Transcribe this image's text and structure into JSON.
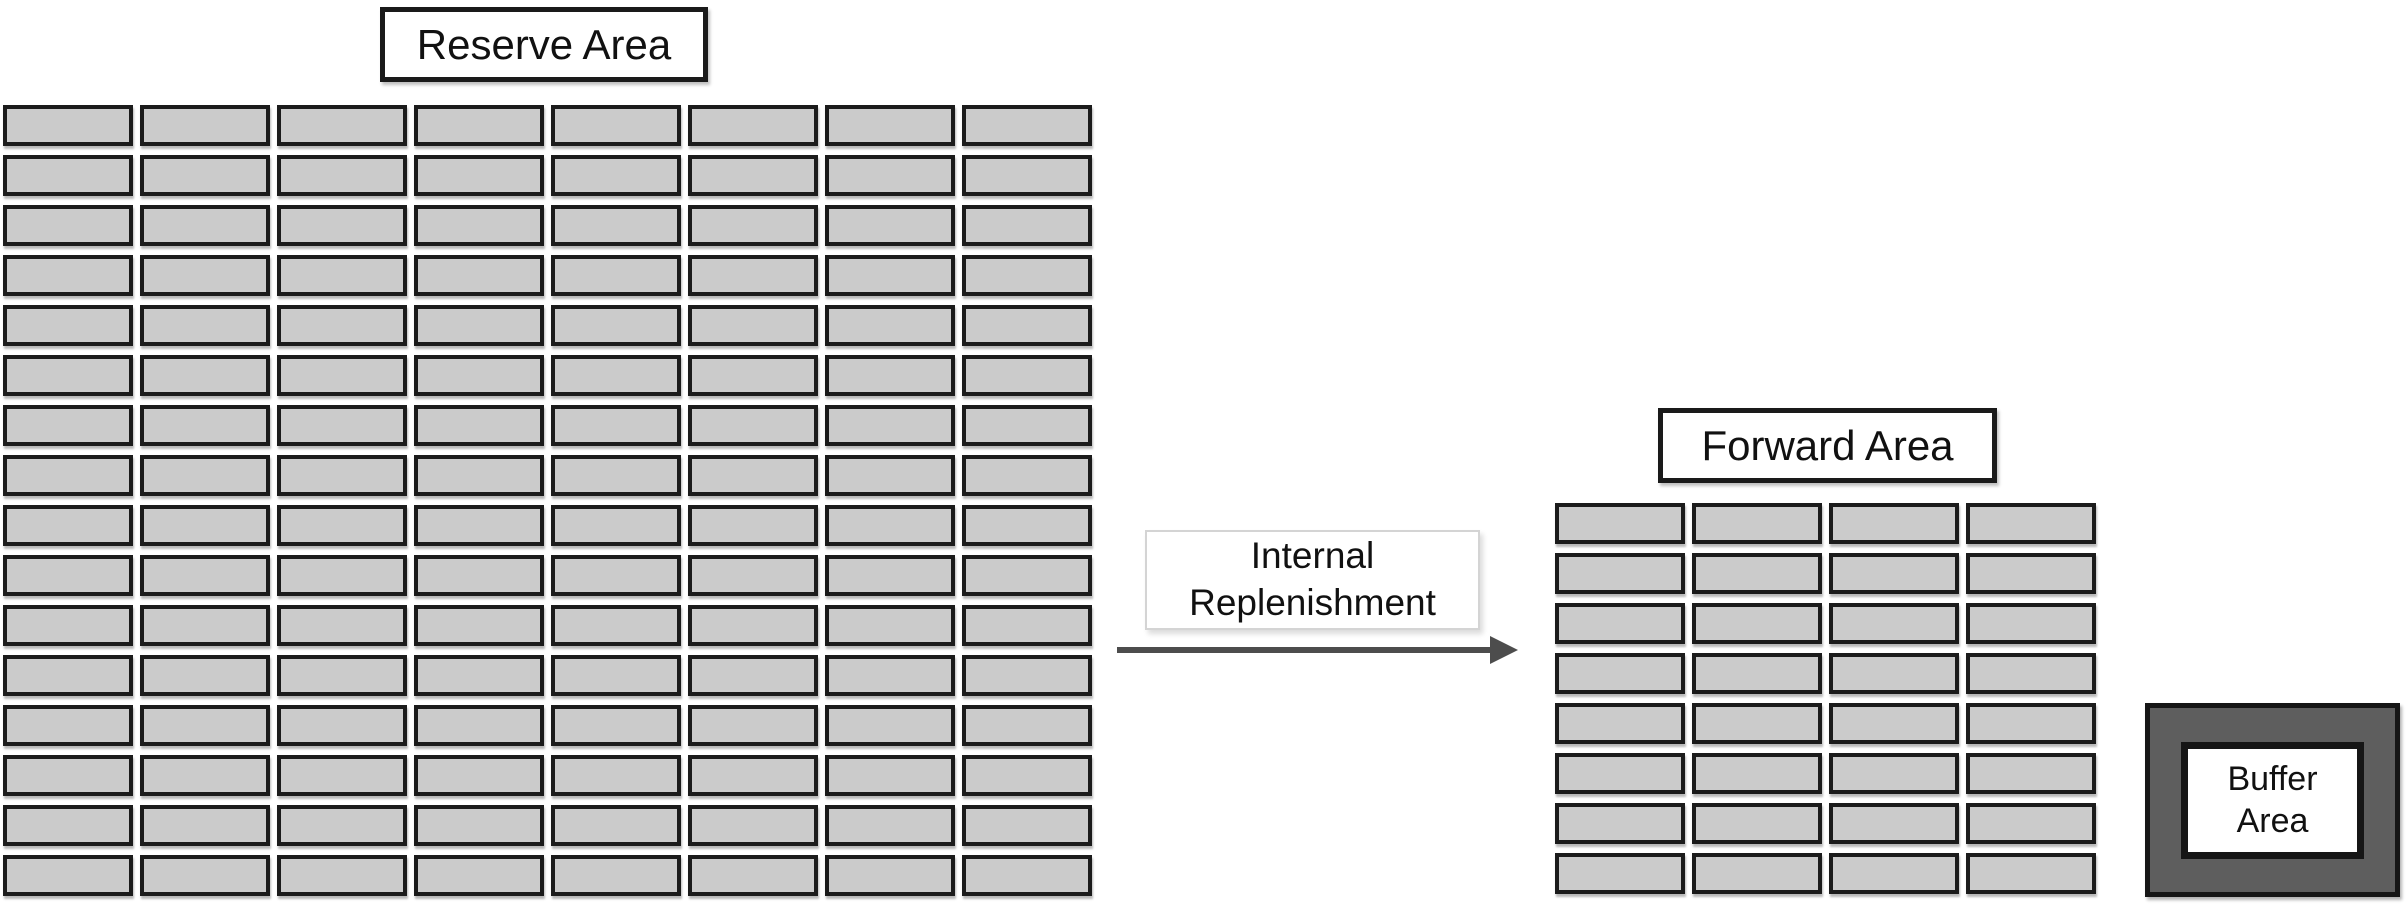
{
  "reserve": {
    "label": "Reserve Area",
    "rows": 16,
    "cols": 8
  },
  "forward": {
    "label": "Forward Area",
    "rows": 8,
    "cols": 4
  },
  "flow": {
    "line1": "Internal",
    "line2": "Replenishment"
  },
  "buffer": {
    "line1": "Buffer",
    "line2": "Area"
  },
  "colors": {
    "background": "#ffffff",
    "slot_fill": "#cbcbcb",
    "slot_border": "#1b1b1b",
    "label_border": "#1a1a1a",
    "arrow": "#4d4d4d",
    "buffer_fill": "#5e5e5e"
  }
}
